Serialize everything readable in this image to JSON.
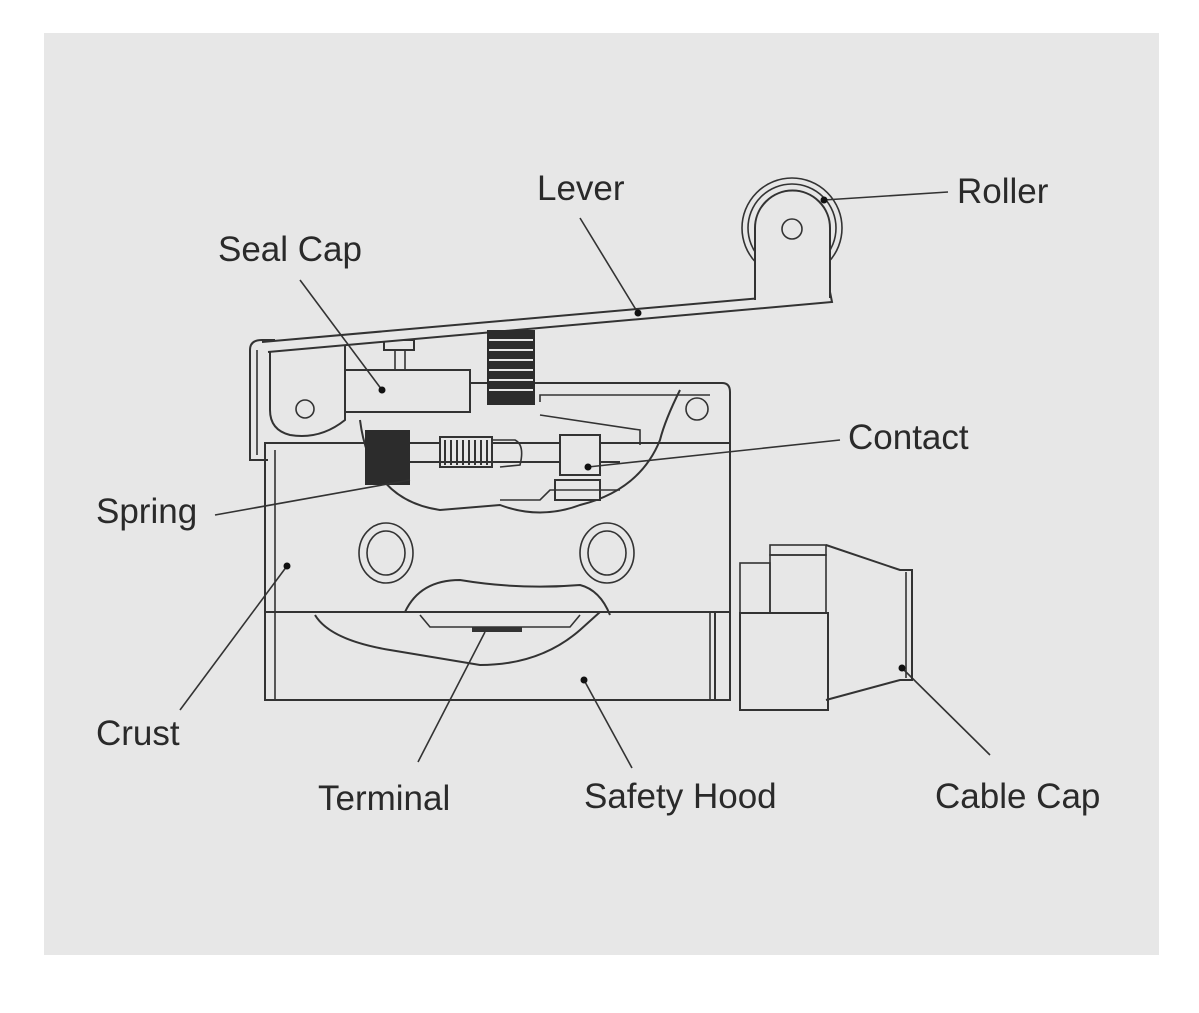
{
  "diagram": {
    "title": "Limit switch with roller lever - component diagram",
    "labels": {
      "lever": "Lever",
      "roller": "Roller",
      "seal_cap": "Seal Cap",
      "contact": "Contact",
      "spring": "Spring",
      "crust": "Crust",
      "terminal": "Terminal",
      "safety_hood": "Safety Hood",
      "cable_cap": "Cable Cap"
    },
    "colors": {
      "panel": "#e7e7e7",
      "line": "#333333",
      "text": "#2a2a2a"
    }
  }
}
